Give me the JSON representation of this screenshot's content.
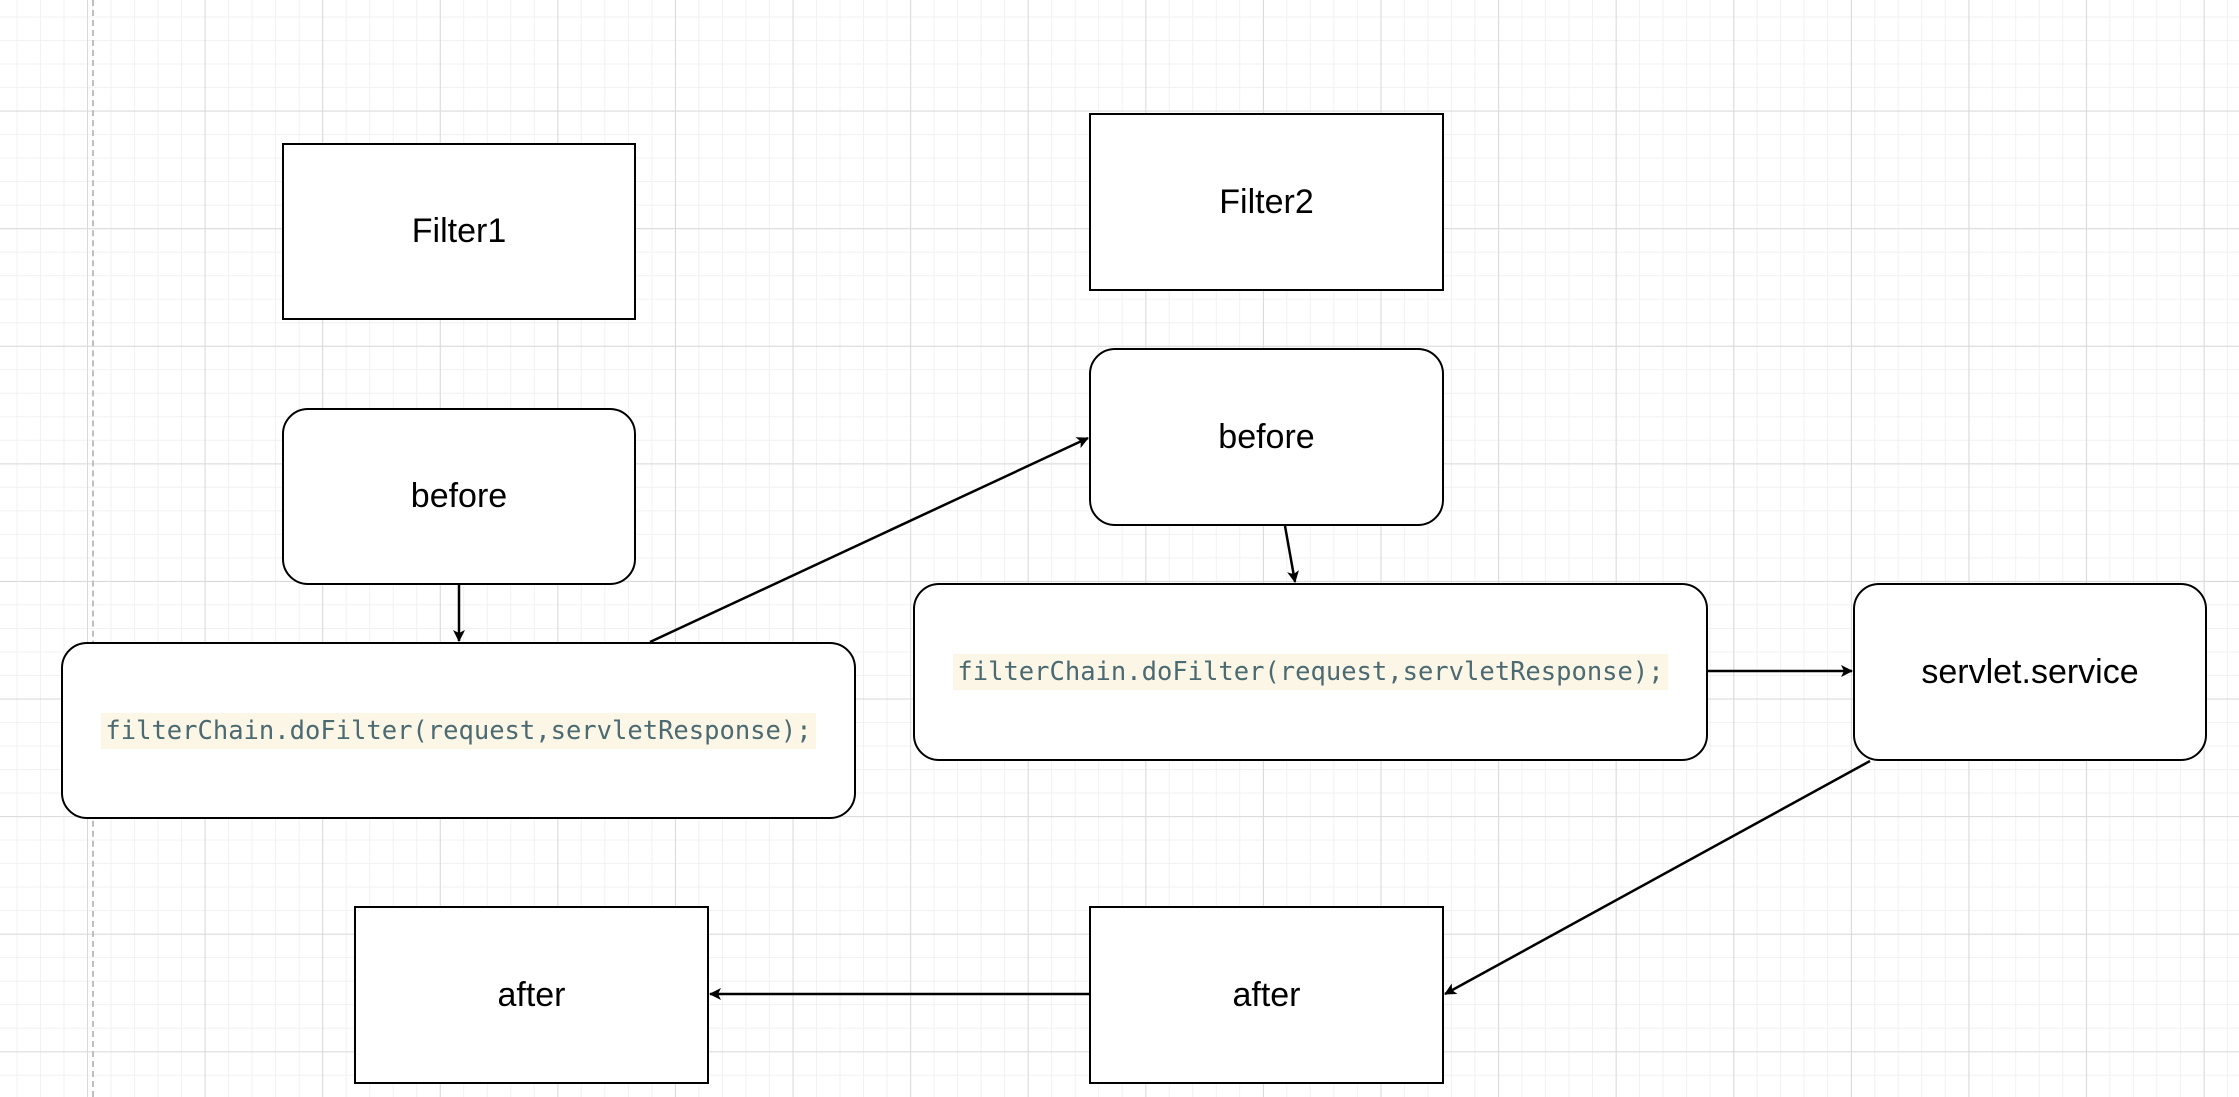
{
  "diagram": {
    "nodes": {
      "filter1": {
        "label": "Filter1"
      },
      "filter2": {
        "label": "Filter2"
      },
      "before1": {
        "label": "before"
      },
      "before2": {
        "label": "before"
      },
      "dofilter1": {
        "label": "filterChain.doFilter(request,servletResponse);"
      },
      "dofilter2": {
        "label": "filterChain.doFilter(request,servletResponse);"
      },
      "servlet": {
        "label": "servlet.service"
      },
      "after1": {
        "label": "after"
      },
      "after2": {
        "label": "after"
      }
    },
    "edges": [
      {
        "from": "before1",
        "to": "dofilter1"
      },
      {
        "from": "dofilter1",
        "to": "before2"
      },
      {
        "from": "before2",
        "to": "dofilter2"
      },
      {
        "from": "dofilter2",
        "to": "servlet"
      },
      {
        "from": "servlet",
        "to": "after2"
      },
      {
        "from": "after2",
        "to": "after1"
      }
    ],
    "colors": {
      "stroke": "#000000",
      "code_text": "#4b6a72",
      "code_background": "#fbf6e6",
      "grid_major": "#d9d9d9",
      "grid_minor": "#f1f1f1"
    }
  }
}
